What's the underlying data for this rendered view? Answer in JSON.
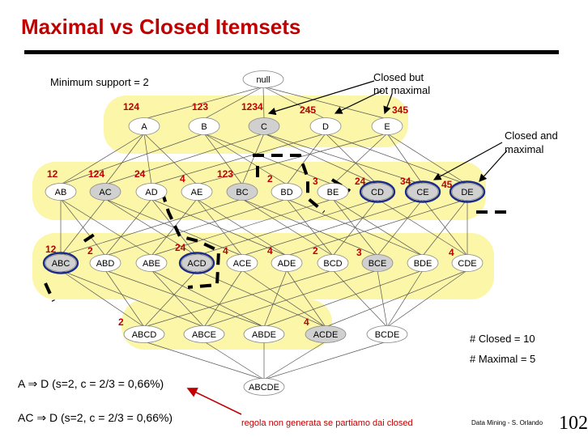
{
  "slide": {
    "title": "Maximal vs Closed Itemsets",
    "min_support_label": "Minimum support = 2",
    "annotation_closed_not_maximal": [
      "Closed but",
      "not maximal"
    ],
    "annotation_closed_and_maximal": [
      "Closed and",
      "maximal"
    ],
    "count_closed": "# Closed = 10",
    "count_maximal": "# Maximal = 5",
    "rule_1": "A ⇒ D (s=2,  c = 2/3 = 0,66%)",
    "rule_2": "AC ⇒ D (s=2, c = 2/3 = 0,66%)",
    "rule_note": "regola non generata se partiamo dai closed",
    "footer_source": "Data Mining - S. Orlando",
    "page_number": "102"
  },
  "colors": {
    "title": "#c00000",
    "tid_label": "#c00000",
    "highlight": "#fbf6a8",
    "closed_node_fill": "#d0d0d0",
    "maximal_ring": "#1a2a8c",
    "arrow": "#c00000"
  },
  "lattice": {
    "levels": [
      [
        {
          "label": "null",
          "tids": ""
        }
      ],
      [
        {
          "label": "A",
          "tids": "124"
        },
        {
          "label": "B",
          "tids": "123"
        },
        {
          "label": "C",
          "tids": "1234"
        },
        {
          "label": "D",
          "tids": "245"
        },
        {
          "label": "E",
          "tids": "345"
        }
      ],
      [
        {
          "label": "AB",
          "tids": "12"
        },
        {
          "label": "AC",
          "tids": "124"
        },
        {
          "label": "AD",
          "tids": "24"
        },
        {
          "label": "AE",
          "tids": "4"
        },
        {
          "label": "BC",
          "tids": "123"
        },
        {
          "label": "BD",
          "tids": "2"
        },
        {
          "label": "BE",
          "tids": "3"
        },
        {
          "label": "CD",
          "tids": "24"
        },
        {
          "label": "CE",
          "tids": "34"
        },
        {
          "label": "DE",
          "tids": "45"
        }
      ],
      [
        {
          "label": "ABC",
          "tids": "12"
        },
        {
          "label": "ABD",
          "tids": "2"
        },
        {
          "label": "ABE",
          "tids": ""
        },
        {
          "label": "ACD",
          "tids": "24"
        },
        {
          "label": "ACE",
          "tids": "4"
        },
        {
          "label": "ADE",
          "tids": "4"
        },
        {
          "label": "BCD",
          "tids": "2"
        },
        {
          "label": "BCE",
          "tids": "3"
        },
        {
          "label": "BDE",
          "tids": ""
        },
        {
          "label": "CDE",
          "tids": "4"
        }
      ],
      [
        {
          "label": "ABCD",
          "tids": "2"
        },
        {
          "label": "ABCE",
          "tids": ""
        },
        {
          "label": "ABDE",
          "tids": ""
        },
        {
          "label": "ACDE",
          "tids": "4"
        },
        {
          "label": "BCDE",
          "tids": ""
        }
      ],
      [
        {
          "label": "ABCDE",
          "tids": ""
        }
      ]
    ],
    "closed_highlighted": [
      "C",
      "AC",
      "BC",
      "CD",
      "CE",
      "DE",
      "ABC",
      "ACD",
      "BCE",
      "ACDE"
    ],
    "maximal_ringed": [
      "ABC",
      "ACD",
      "CD",
      "CE",
      "DE"
    ],
    "dashed_groups": [
      "C-CD",
      "AD-ACD",
      "ABC-dash",
      "right-dash"
    ]
  }
}
